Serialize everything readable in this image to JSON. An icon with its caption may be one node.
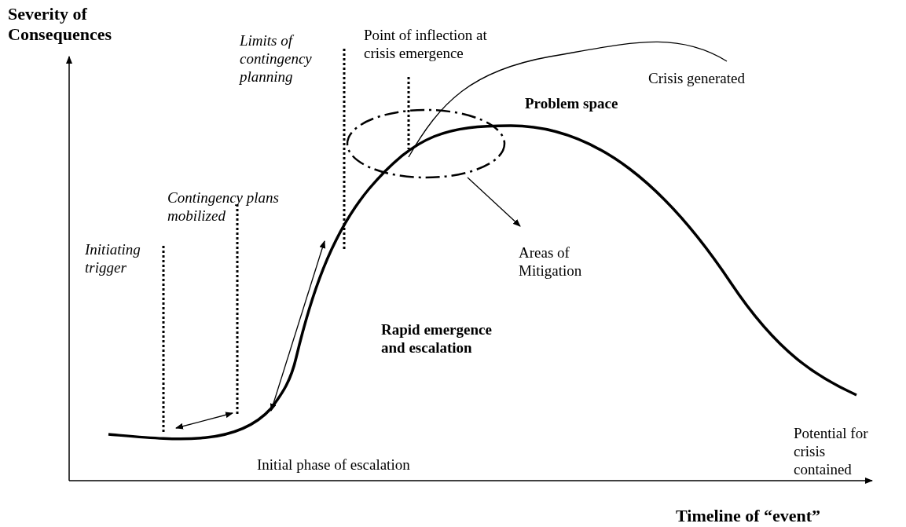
{
  "diagram": {
    "nodes": [
      {
        "text": [
          "Problem space"
        ]
      },
      {
        "text": [
          "Areas of Mitigation"
        ]
      }
    ],
    "edges": [
      {
        "from": 0,
        "to": 1,
        "arrow": "to"
      }
    ],
    "labels": [
      "Severity of Consequences",
      "Limits of contingency planning",
      "Point of inflection at crisis emergence",
      "Crisis generated",
      "Contingency plans mobilized",
      "Initiating trigger",
      "Rapid emergence and escalation",
      "Initial phase of escalation",
      "Potential for crisis contained",
      "Timeline of “event”"
    ]
  }
}
